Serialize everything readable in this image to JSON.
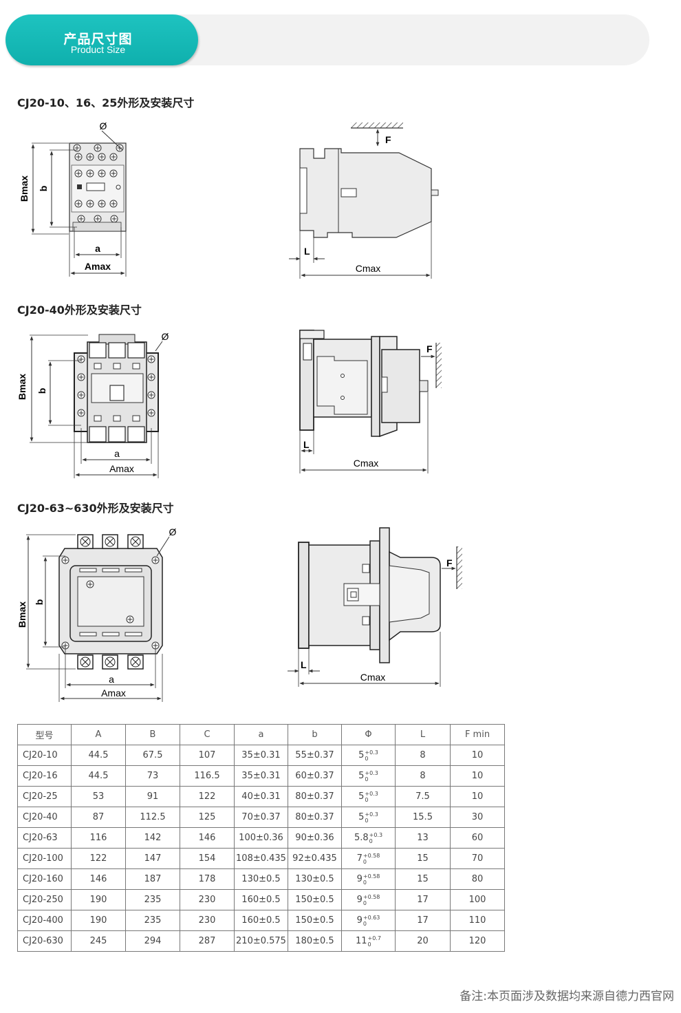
{
  "header": {
    "title_zh": "产品尺寸图",
    "title_en": "Product Size"
  },
  "sections": [
    {
      "title": "CJ20-10、16、25外形及安装尺寸"
    },
    {
      "title": "CJ20-40外形及安装尺寸"
    },
    {
      "title": "CJ20-63~630外形及安装尺寸"
    }
  ],
  "dim_labels": {
    "bmax": "Bmax",
    "b": "b",
    "a": "a",
    "amax": "Amax",
    "cmax": "Cmax",
    "l": "L",
    "f": "F",
    "phi": "Ø"
  },
  "table": {
    "headers": [
      "型号",
      "A",
      "B",
      "C",
      "a",
      "b",
      "Φ",
      "L",
      "F min"
    ],
    "rows": [
      {
        "model": "CJ20-10",
        "A": "44.5",
        "B": "67.5",
        "C": "107",
        "a": "35±0.31",
        "b": "55±0.37",
        "phi": "5",
        "phi_up": "+0.3",
        "phi_lo": "0",
        "L": "8",
        "F": "10"
      },
      {
        "model": "CJ20-16",
        "A": "44.5",
        "B": "73",
        "C": "116.5",
        "a": "35±0.31",
        "b": "60±0.37",
        "phi": "5",
        "phi_up": "+0.3",
        "phi_lo": "0",
        "L": "8",
        "F": "10"
      },
      {
        "model": "CJ20-25",
        "A": "53",
        "B": "91",
        "C": "122",
        "a": "40±0.31",
        "b": "80±0.37",
        "phi": "5",
        "phi_up": "+0.3",
        "phi_lo": "0",
        "L": "7.5",
        "F": "10"
      },
      {
        "model": "CJ20-40",
        "A": "87",
        "B": "112.5",
        "C": "125",
        "a": "70±0.37",
        "b": "80±0.37",
        "phi": "5",
        "phi_up": "+0.3",
        "phi_lo": "0",
        "L": "15.5",
        "F": "30"
      },
      {
        "model": "CJ20-63",
        "A": "116",
        "B": "142",
        "C": "146",
        "a": "100±0.36",
        "b": "90±0.36",
        "phi": "5.8",
        "phi_up": "+0.3",
        "phi_lo": "0",
        "L": "13",
        "F": "60"
      },
      {
        "model": "CJ20-100",
        "A": "122",
        "B": "147",
        "C": "154",
        "a": "108±0.435",
        "b": "92±0.435",
        "phi": "7",
        "phi_up": "+0.58",
        "phi_lo": "0",
        "L": "15",
        "F": "70"
      },
      {
        "model": "CJ20-160",
        "A": "146",
        "B": "187",
        "C": "178",
        "a": "130±0.5",
        "b": "130±0.5",
        "phi": "9",
        "phi_up": "+0.58",
        "phi_lo": "0",
        "L": "15",
        "F": "80"
      },
      {
        "model": "CJ20-250",
        "A": "190",
        "B": "235",
        "C": "230",
        "a": "160±0.5",
        "b": "150±0.5",
        "phi": "9",
        "phi_up": "+0.58",
        "phi_lo": "0",
        "L": "17",
        "F": "100"
      },
      {
        "model": "CJ20-400",
        "A": "190",
        "B": "235",
        "C": "230",
        "a": "160±0.5",
        "b": "150±0.5",
        "phi": "9",
        "phi_up": "+0.63",
        "phi_lo": "0",
        "L": "17",
        "F": "110"
      },
      {
        "model": "CJ20-630",
        "A": "245",
        "B": "294",
        "C": "287",
        "a": "210±0.575",
        "b": "180±0.5",
        "phi": "11",
        "phi_up": "+0.7",
        "phi_lo": "0",
        "L": "20",
        "F": "120"
      }
    ]
  },
  "footer_note": "备注:本页面涉及数据均来源自德力西官网",
  "colors": {
    "accent": "#13b6b3",
    "banner_bg": "#f2f2f2",
    "drawing_fill": "#ececec"
  }
}
